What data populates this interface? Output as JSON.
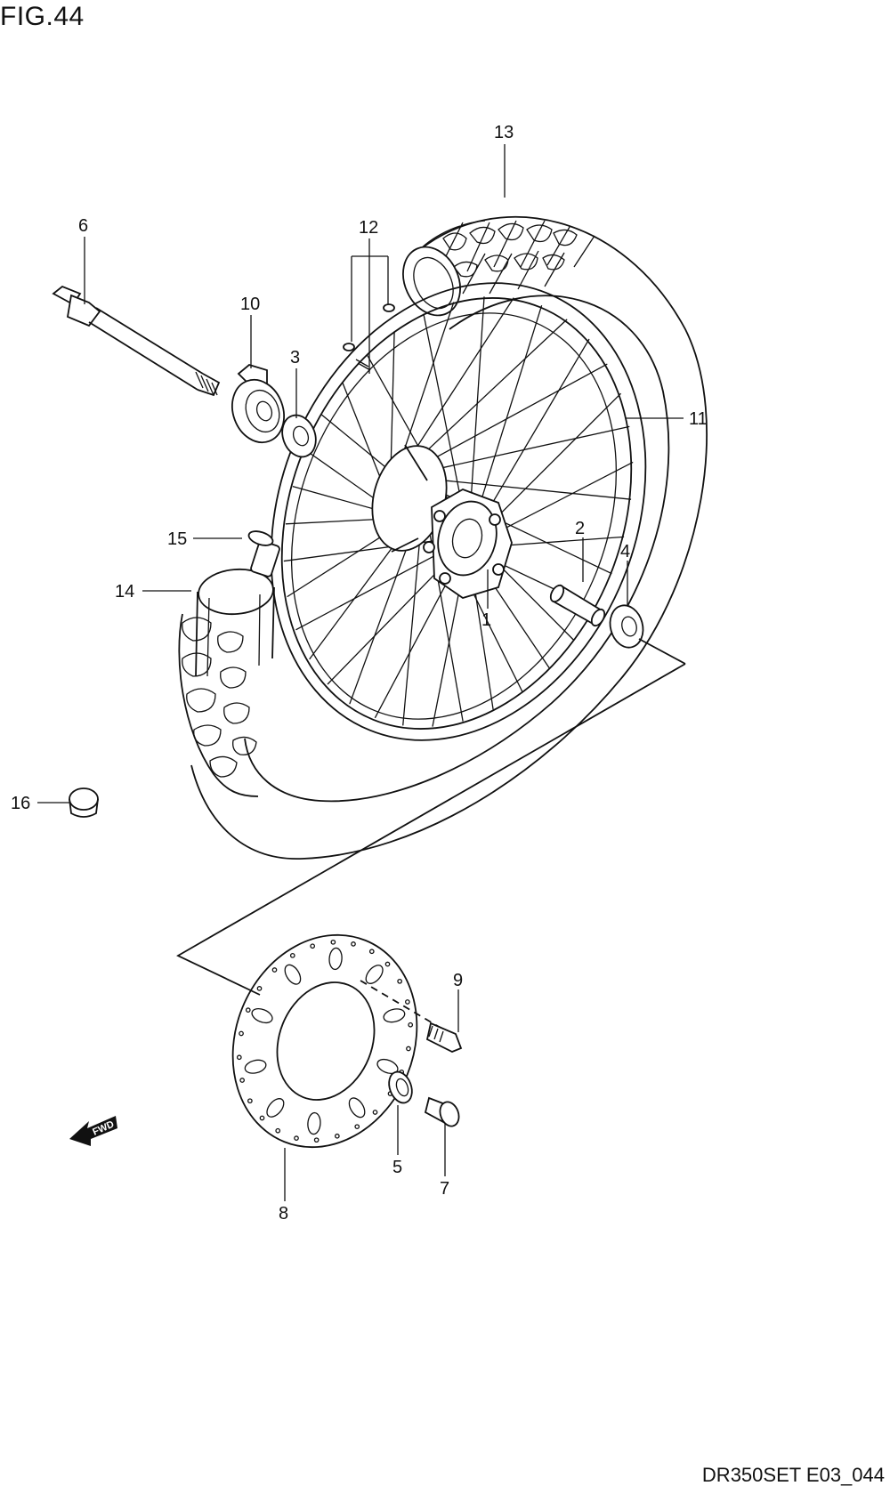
{
  "header": {
    "figure_title": "FIG.44"
  },
  "footer": {
    "drawing_code": "DR350SET E03_044"
  },
  "callouts": {
    "c1": "1",
    "c2": "2",
    "c3": "3",
    "c4": "4",
    "c5": "5",
    "c6": "6",
    "c7": "7",
    "c8": "8",
    "c9": "9",
    "c10": "10",
    "c11": "11",
    "c12": "12",
    "c13": "13",
    "c14": "14",
    "c15": "15",
    "c16": "16"
  },
  "fwd_arrow": {
    "label": "FWD"
  },
  "icons": {
    "axle": "front-axle-icon",
    "speedometer_gearbox": "speedometer-gearbox-icon",
    "bearing": "wheel-bearing-icon",
    "spacer": "axle-spacer-icon",
    "oil_seal": "oil-seal-icon",
    "collar": "collar-icon",
    "brake_disc": "brake-disc-icon",
    "bolt": "disc-bolt-icon",
    "rim": "wheel-rim-icon",
    "spokes": "spoke-set-icon",
    "tire": "tire-icon",
    "tube": "inner-tube-icon",
    "rim_band": "rim-band-icon",
    "valve_cap": "valve-cap-icon"
  }
}
